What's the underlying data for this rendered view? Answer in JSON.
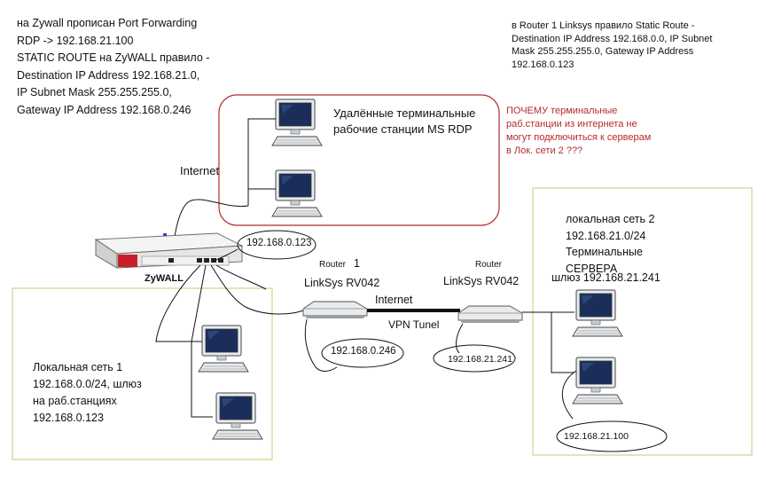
{
  "notes": {
    "zywall_lines": [
      "на Zywall прописан Port Forwarding",
      "RDP -> 192.168.21.100",
      "STATIC ROUTE на ZyWALL правило -",
      "Destination IP Address 192.168.21.0,",
      "IP Subnet Mask 255.255.255.0,",
      "Gateway IP Address 192.168.0.246"
    ],
    "router1_lines": [
      "в Router 1 Linksys правило Static Route -",
      "Destination IP Address 192.168.0.0, IP Subnet",
      "Mask 255.255.255.0, Gateway IP Address",
      "192.168.0.123"
    ],
    "question_lines": [
      "ПОЧЕМУ терминальные",
      "раб.станции из интернета не",
      "могут подключиться к серверам",
      "в Лок. сети 2 ???"
    ]
  },
  "remote": {
    "lines": [
      "Удалённые терминальные",
      "рабочие станции MS RDP"
    ]
  },
  "labels": {
    "internet_top": "Internet",
    "zywall": "ZyWALL",
    "zywall_ip": "192.168.0.123",
    "router1_word": "Router",
    "router1_num": "1",
    "router1_model": "LinkSys RV042",
    "router1_ip": "192.168.0.246",
    "internet_mid": "Internet",
    "vpn": "VPN Tunel",
    "router2_word": "Router",
    "router2_model": "LinkSys RV042",
    "router2_ip": "192.168.21.241",
    "server_ip": "192.168.21.100"
  },
  "lan1": {
    "lines": [
      "Локальная сеть  1",
      "192.168.0.0/24,    шлюз",
      "на раб.станциях",
      "192.168.0.123"
    ]
  },
  "lan2": {
    "lines": [
      "локальная сеть  2",
      "192.168.21.0/24",
      "Терминальные",
      "СЕРВЕРА",
      "шлюз 192.168.21.241"
    ]
  },
  "colors": {
    "box_green": "#c5d88a",
    "box_red": "#b52a2a",
    "zywall_red": "#c8202a",
    "line": "#111111"
  }
}
